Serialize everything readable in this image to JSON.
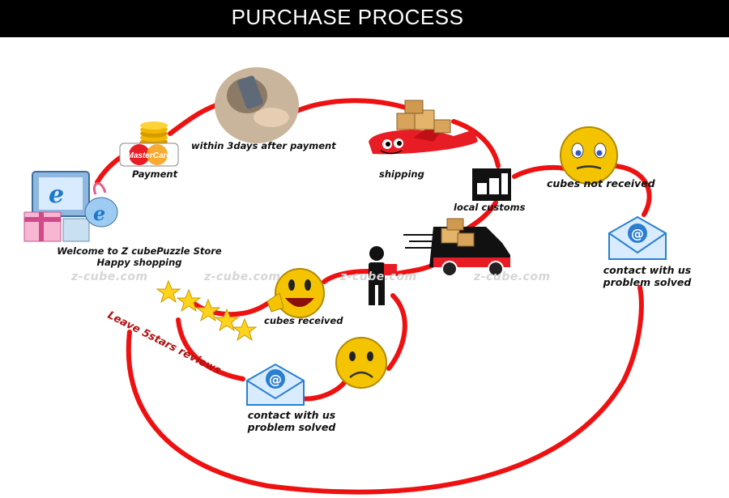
{
  "header": {
    "title": "PURCHASE PROCESS"
  },
  "watermark": "z-cube.com",
  "steps": {
    "welcome_line1": "Welcome to Z cubePuzzle Store",
    "welcome_line2": "Happy shopping",
    "payment": "Payment",
    "mastercard": "MasterCard",
    "within_3days": "within 3days after payment",
    "shipping": "shipping",
    "local_customs": "local customs",
    "cubes_not_received": "cubes not received",
    "contact_right_line1": "contact with us",
    "contact_right_line2": "problem solved",
    "cubes_received": "cubes received",
    "contact_bottom_line1": "contact with us",
    "contact_bottom_line2": "problem solved",
    "leave_reviews": "Leave 5stars reviews"
  },
  "colors": {
    "path": "#ee1111",
    "header_bg": "#000000",
    "smiley": "#f5c400",
    "envelope": "#2a7fd0"
  }
}
